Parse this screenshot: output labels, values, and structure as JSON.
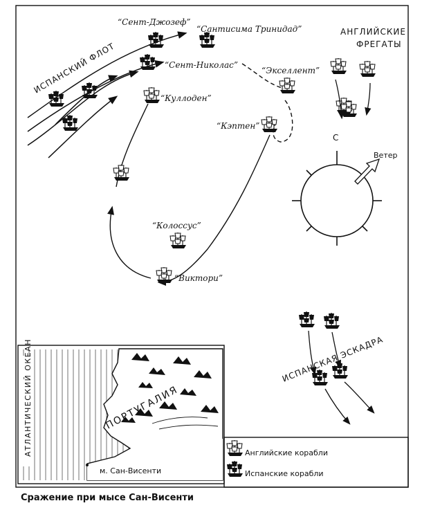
{
  "map": {
    "spanish_fleet_label": "ИСПАНСКИЙ ФЛОТ",
    "english_frigates_label_line1": "АНГЛИЙСКИЕ",
    "english_frigates_label_line2": "ФРЕГАТЫ",
    "spanish_squadron_label": "ИСПАНСКАЯ ЭСКАДРА",
    "ship_labels": {
      "san_josef": "“Сент-Джозеф”",
      "santisima_trinidad": "“Сантисима Тринидад”",
      "san_nicolas": "“Сент-Николас”",
      "excellent": "“Экселлент”",
      "culloden": "“Куллоден”",
      "captain": "“Кэптен”",
      "colossus": "“Колоссус”",
      "victory": "“Виктори”"
    },
    "compass": {
      "north_label": "С",
      "wind_label": "Ветер"
    }
  },
  "inset": {
    "ocean_label": "АТЛАНТИЧЕСКИЙ ОКЕАН",
    "country_label": "ПОРТУГАЛИЯ",
    "cape_label": "м. Сан-Висенти"
  },
  "legend": {
    "english_ships": "Английские корабли",
    "spanish_ships": "Испанские корабли"
  },
  "caption": "Сражение при мысе Сан-Висенти"
}
